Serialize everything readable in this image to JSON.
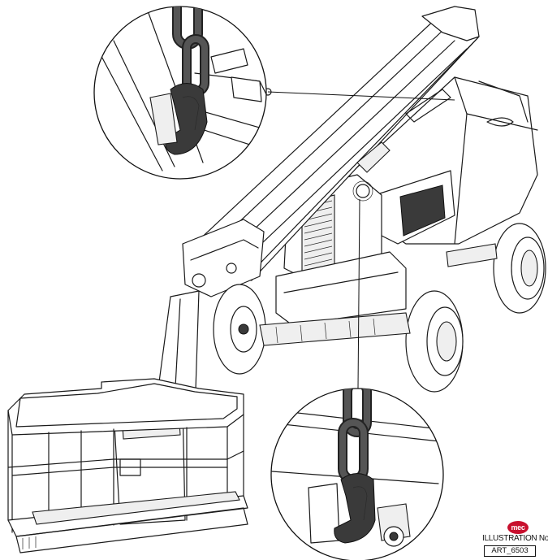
{
  "title_block": {
    "logo_text": "mec",
    "label": "ILLUSTRATION No.",
    "number": "ART_6503"
  },
  "colors": {
    "logo": "#c8102e",
    "chain": "#555555",
    "hook": "#3a3a3a",
    "line": "#1a1a1a"
  },
  "icons": {
    "logo": "mec-logo-icon"
  }
}
